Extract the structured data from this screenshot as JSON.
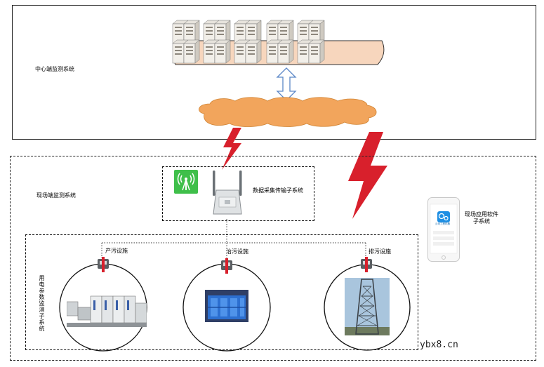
{
  "center": {
    "title": "中心端监测系统"
  },
  "field": {
    "title": "现场端监测系统",
    "transfer_subsystem": "数据采集传输子系统",
    "power_subsystem": "用电参数监测子系统",
    "app_subsystem_line1": "现场应用软件",
    "app_subsystem_line2": "子系统",
    "app_name": "云动工程机器"
  },
  "facilities": {
    "produce": "产污设施",
    "treat": "治污设施",
    "discharge": "排污设施"
  },
  "watermark": "ybx8.cn",
  "colors": {
    "lightning": "#d8202c",
    "platform": "#f7d6bd",
    "cloud": "#f2a55c",
    "arrow": "#5b87c7",
    "app_icon": "#1f8fe3",
    "signal_icon": "#3fbf4a"
  }
}
